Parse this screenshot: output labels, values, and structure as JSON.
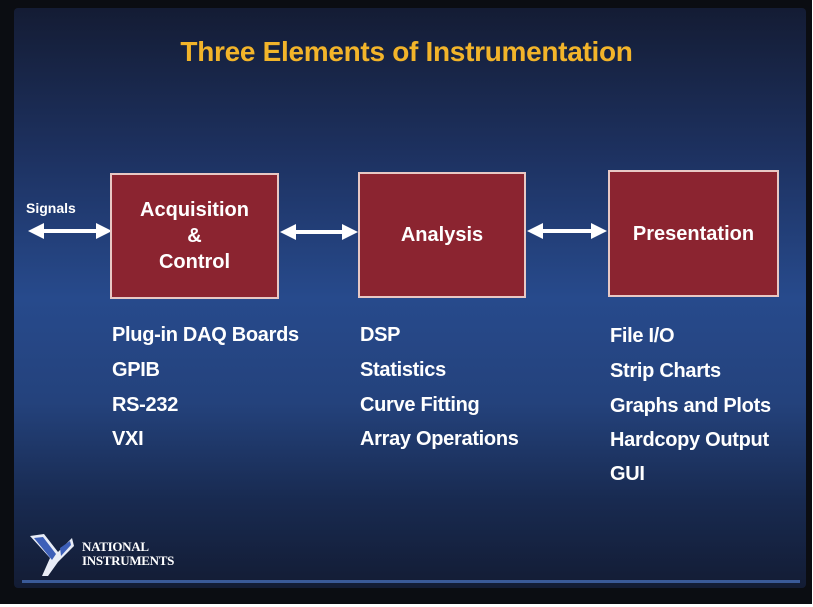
{
  "title": "Three Elements of Instrumentation",
  "signals_label": "Signals",
  "blocks": [
    {
      "lines": [
        "Acquisition",
        "&",
        "Control"
      ],
      "items": [
        "Plug-in DAQ Boards",
        "GPIB",
        "RS-232",
        "VXI"
      ]
    },
    {
      "lines": [
        "Analysis"
      ],
      "items": [
        "DSP",
        "Statistics",
        "Curve Fitting",
        "Array Operations"
      ]
    },
    {
      "lines": [
        "Presentation"
      ],
      "items": [
        "File I/O",
        "Strip Charts",
        "Graphs and Plots",
        "Hardcopy Output",
        "GUI"
      ]
    }
  ],
  "logo": {
    "line1": "NATIONAL",
    "line2": "INSTRUMENTS"
  },
  "colors": {
    "title": "#f2b42a",
    "box": "#8b2430",
    "background": "#274a8c"
  }
}
